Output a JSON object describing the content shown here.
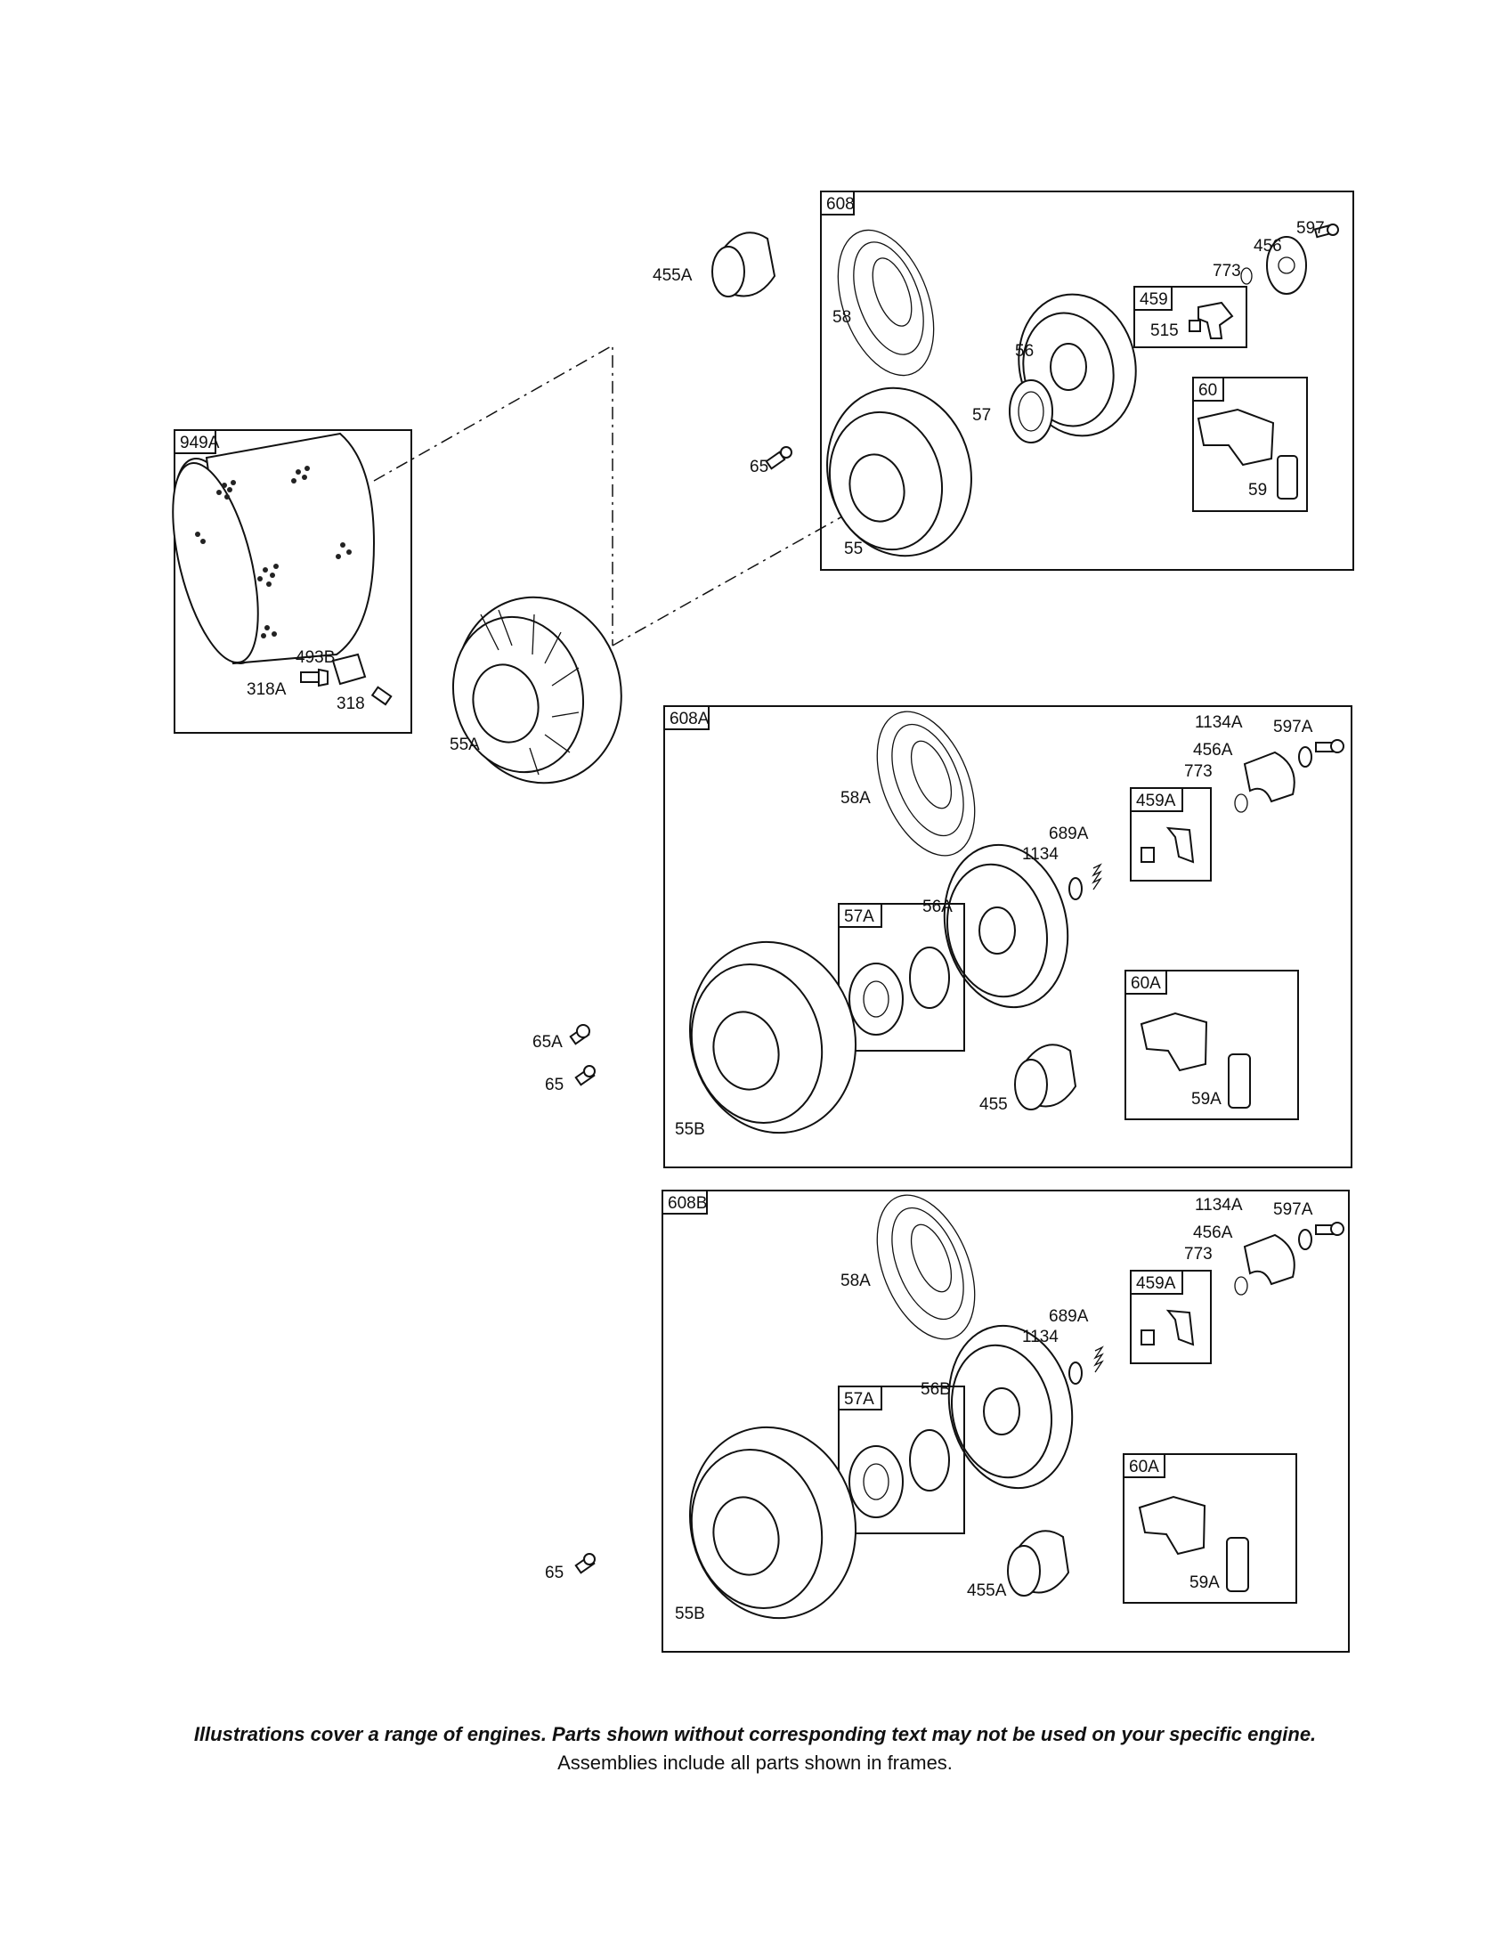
{
  "frames": {
    "f949A": "949A",
    "f608": "608",
    "f608A": "608A",
    "f608B": "608B",
    "f459": "459",
    "f60": "60",
    "f459A_1": "459A",
    "f57A_1": "57A",
    "f60A_1": "60A",
    "f459A_2": "459A",
    "f57A_2": "57A",
    "f60A_2": "60A"
  },
  "parts": {
    "p455A_top": "455A",
    "p58": "58",
    "p56": "56",
    "p57": "57",
    "p65_top": "65",
    "p55": "55",
    "p456": "456",
    "p597": "597",
    "p773_top": "773",
    "p515": "515",
    "p59": "59",
    "p493B": "493B",
    "p318A": "318A",
    "p318": "318",
    "p55A": "55A",
    "p1134A_1": "1134A",
    "p597A_1": "597A",
    "p456A_1": "456A",
    "p773_1": "773",
    "p58A_1": "58A",
    "p689A_1": "689A",
    "p1134_1": "1134",
    "p56A": "56A",
    "p65A": "65A",
    "p65_mid": "65",
    "p55B_1": "55B",
    "p455": "455",
    "p59A_1": "59A",
    "p1134A_2": "1134A",
    "p597A_2": "597A",
    "p456A_2": "456A",
    "p773_2": "773",
    "p58A_2": "58A",
    "p689A_2": "689A",
    "p1134_2": "1134",
    "p56B": "56B",
    "p65_bot": "65",
    "p55B_2": "55B",
    "p455A_bot": "455A",
    "p59A_2": "59A"
  },
  "footer": {
    "note": "Illustrations cover a range of engines. Parts shown without corresponding text may not be used on your specific engine.",
    "assemblies": "Assemblies include all parts shown in frames."
  }
}
